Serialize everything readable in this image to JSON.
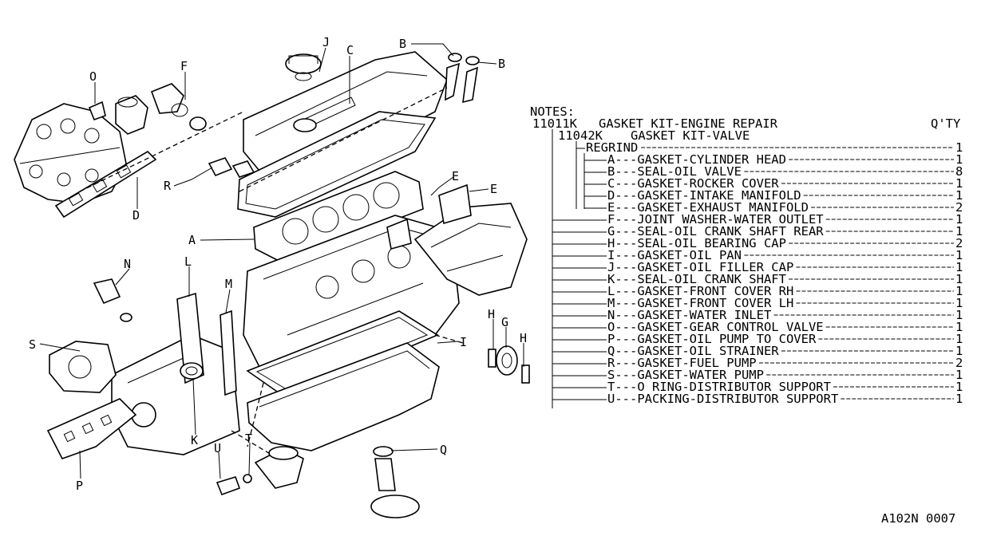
{
  "notes_header": "NOTES:",
  "kit": {
    "code": "11011K",
    "name": "GASKET KIT-ENGINE REPAIR",
    "qty_header": "Q'TY"
  },
  "subkit": {
    "code": "11042K",
    "name": "GASKET KIT-VALVE"
  },
  "parts_list": [
    {
      "key": "",
      "name": "REGRIND",
      "qty": "1"
    },
    {
      "key": "A",
      "name": "GASKET-CYLINDER HEAD",
      "qty": "1"
    },
    {
      "key": "B",
      "name": "SEAL-OIL VALVE",
      "qty": "8"
    },
    {
      "key": "C",
      "name": "GASKET-ROCKER COVER",
      "qty": "1"
    },
    {
      "key": "D",
      "name": "GASKET-INTAKE MANIFOLD",
      "qty": "1"
    },
    {
      "key": "E",
      "name": "GASKET-EXHAUST MANIFOLD",
      "qty": "2"
    },
    {
      "key": "F",
      "name": "JOINT WASHER-WATER OUTLET",
      "qty": "1"
    },
    {
      "key": "G",
      "name": "SEAL-OIL CRANK SHAFT REAR",
      "qty": "1"
    },
    {
      "key": "H",
      "name": "SEAL-OIL BEARING CAP",
      "qty": "2"
    },
    {
      "key": "I",
      "name": "GASKET-OIL PAN",
      "qty": "1"
    },
    {
      "key": "J",
      "name": "GASKET-OIL FILLER CAP",
      "qty": "1"
    },
    {
      "key": "K",
      "name": "SEAL-OIL CRANK SHAFT",
      "qty": "1"
    },
    {
      "key": "L",
      "name": "GASKET-FRONT COVER RH",
      "qty": "1"
    },
    {
      "key": "M",
      "name": "GASKET-FRONT COVER LH",
      "qty": "1"
    },
    {
      "key": "N",
      "name": "GASKET-WATER INLET",
      "qty": "1"
    },
    {
      "key": "O",
      "name": "GASKET-GEAR CONTROL VALVE",
      "qty": "1"
    },
    {
      "key": "P",
      "name": "GASKET-OIL PUMP TO COVER",
      "qty": "1"
    },
    {
      "key": "Q",
      "name": "GASKET-OIL STRAINER",
      "qty": "1"
    },
    {
      "key": "R",
      "name": "GASKET-FUEL PUMP",
      "qty": "2"
    },
    {
      "key": "S",
      "name": "GASKET-WATER PUMP",
      "qty": "1"
    },
    {
      "key": "T",
      "name": "O RING-DISTRIBUTOR SUPPORT",
      "qty": "1"
    },
    {
      "key": "U",
      "name": "PACKING-DISTRIBUTOR SUPPORT",
      "qty": "1"
    }
  ],
  "diagram_labels": {
    "A": "A",
    "B": "B",
    "C": "C",
    "D": "D",
    "E": "E",
    "F": "F",
    "G": "G",
    "H": "H",
    "I": "I",
    "J": "J",
    "K": "K",
    "L": "L",
    "M": "M",
    "N": "N",
    "O": "O",
    "P": "P",
    "Q": "Q",
    "R": "R",
    "S": "S",
    "T": "T",
    "U": "U"
  },
  "drawing_id": "A102N 0007"
}
